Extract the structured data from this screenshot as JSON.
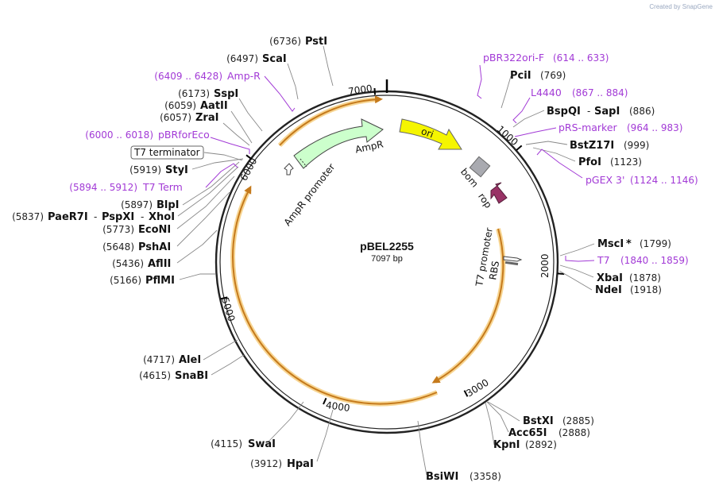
{
  "watermark": "Created by SnapGene",
  "plasmid": {
    "name": "pBEL2255",
    "length": "7097 bp"
  },
  "ticks": [
    "1000",
    "2000",
    "3000",
    "4000",
    "5000",
    "6000",
    "7000"
  ],
  "features": {
    "ori": "ori",
    "ampr": "AmpR",
    "ampr_promoter": "AmpR promoter",
    "bom": "bom",
    "rop": "rop",
    "t7_promoter": "T7 promoter",
    "rbs": "RBS",
    "t7_terminator": "T7 terminator"
  },
  "sites": {
    "psti": {
      "pos": "(6736)",
      "name": "PstI"
    },
    "scai": {
      "pos": "(6497)",
      "name": "ScaI"
    },
    "sspi": {
      "pos": "(6173)",
      "name": "SspI"
    },
    "aatii": {
      "pos": "(6059)",
      "name": "AatII"
    },
    "zrai": {
      "pos": "(6057)",
      "name": "ZraI"
    },
    "styi": {
      "pos": "(5919)",
      "name": "StyI"
    },
    "blpi": {
      "pos": "(5897)",
      "name": "BlpI"
    },
    "paer7i": {
      "pos": "(5837)",
      "name": "PaeR7I",
      "sep1": "-",
      "name2": "PspXI",
      "sep2": "-",
      "name3": "XhoI"
    },
    "econi": {
      "pos": "(5773)",
      "name": "EcoNI"
    },
    "pshai": {
      "pos": "(5648)",
      "name": "PshAI"
    },
    "aflii": {
      "pos": "(5436)",
      "name": "AflII"
    },
    "pflmi": {
      "pos": "(5166)",
      "name": "PflMI"
    },
    "alei": {
      "pos": "(4717)",
      "name": "AleI"
    },
    "snabi": {
      "pos": "(4615)",
      "name": "SnaBI"
    },
    "swai": {
      "pos": "(4115)",
      "name": "SwaI"
    },
    "hpai": {
      "pos": "(3912)",
      "name": "HpaI"
    },
    "bsiwi": {
      "pos": "(3358)",
      "name": "BsiWI"
    },
    "kpni": {
      "pos": "(2892)",
      "name": "KpnI"
    },
    "acc65i": {
      "pos": "(2888)",
      "name": "Acc65I"
    },
    "bstxi": {
      "pos": "(2885)",
      "name": "BstXI"
    },
    "ndei": {
      "pos": "(1918)",
      "name": "NdeI"
    },
    "xbai": {
      "pos": "(1878)",
      "name": "XbaI"
    },
    "msci": {
      "pos": "(1799)",
      "name": "MscI",
      "star": "*"
    },
    "pfoi": {
      "pos": "(1123)",
      "name": "PfoI"
    },
    "bstz17i": {
      "pos": "(999)",
      "name": "BstZ17I"
    },
    "bspqi": {
      "pos": "(886)",
      "name": "BspQI",
      "sep": "-",
      "name2": "SapI"
    },
    "pcii": {
      "pos": "(769)",
      "name": "PciI"
    }
  },
  "primers": {
    "pbr322ori": {
      "name": "pBR322ori-F",
      "range": "(614 .. 633)"
    },
    "l4440": {
      "name": "L4440",
      "range": "(867 .. 884)"
    },
    "prs": {
      "name": "pRS-marker",
      "range": "(964 .. 983)"
    },
    "pgex3": {
      "name": "pGEX 3'",
      "range": "(1124 .. 1146)"
    },
    "t7": {
      "name": "T7",
      "range": "(1840 .. 1859)"
    },
    "ampr": {
      "range": "(6409 .. 6428)",
      "name": "Amp-R"
    },
    "pbrforeco": {
      "range": "(6000 .. 6018)",
      "name": "pBRforEco"
    },
    "t7term": {
      "range": "(5894 .. 5912)",
      "name": "T7 Term"
    }
  },
  "colors": {
    "ori": "#f5f500",
    "ampr": "#ccffcc",
    "bom": "#a9aab0",
    "rop": "#993366",
    "orf": "#f2a23a",
    "primer": "#a23ad6",
    "backbone": "#222222"
  }
}
